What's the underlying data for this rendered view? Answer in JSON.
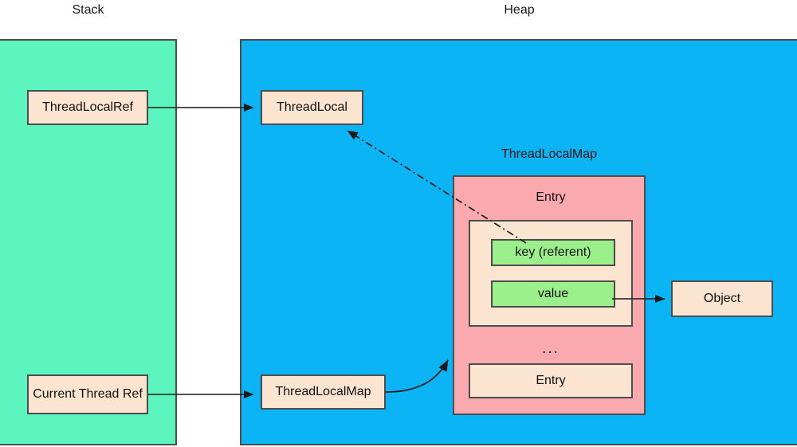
{
  "diagram": {
    "title_stack": "Stack",
    "title_heap": "Heap",
    "regions": [
      {
        "name": "stack",
        "label": "Stack",
        "color": "#5CF5C0"
      },
      {
        "name": "heap",
        "label": "Heap",
        "color": "#0AB4F5"
      }
    ],
    "stack_nodes": [
      {
        "name": "thread-local-ref",
        "label": "ThreadLocalRef",
        "color": "#FCE5D0"
      },
      {
        "name": "current-thread-ref",
        "label": "Current Thread Ref",
        "color": "#FCE5D0"
      }
    ],
    "heap_nodes": [
      {
        "name": "thread-local",
        "label": "ThreadLocal",
        "color": "#FCE5D0"
      },
      {
        "name": "thread-local-map-node",
        "label": "ThreadLocalMap",
        "color": "#FCE5D0"
      },
      {
        "name": "object",
        "label": "Object",
        "color": "#FCE5D0"
      }
    ],
    "map": {
      "label": "ThreadLocalMap",
      "color": "#FAA9AE",
      "entry_label": "Entry",
      "ellipsis": "...",
      "second_entry_label": "Entry",
      "fields": [
        {
          "name": "key",
          "label": "key (referent)",
          "color": "#9CF08C"
        },
        {
          "name": "value",
          "label": "value",
          "color": "#9CF08C"
        }
      ]
    },
    "edges": [
      {
        "name": "threadlocalref-to-threadlocal",
        "style": "solid"
      },
      {
        "name": "currentthreadref-to-threadlocalmap",
        "style": "solid"
      },
      {
        "name": "threadlocalmap-to-entries",
        "style": "curved-solid"
      },
      {
        "name": "key-to-threadlocal-weakref",
        "style": "dash-dot"
      },
      {
        "name": "value-to-object",
        "style": "solid"
      }
    ],
    "stroke_color": "#333333"
  }
}
